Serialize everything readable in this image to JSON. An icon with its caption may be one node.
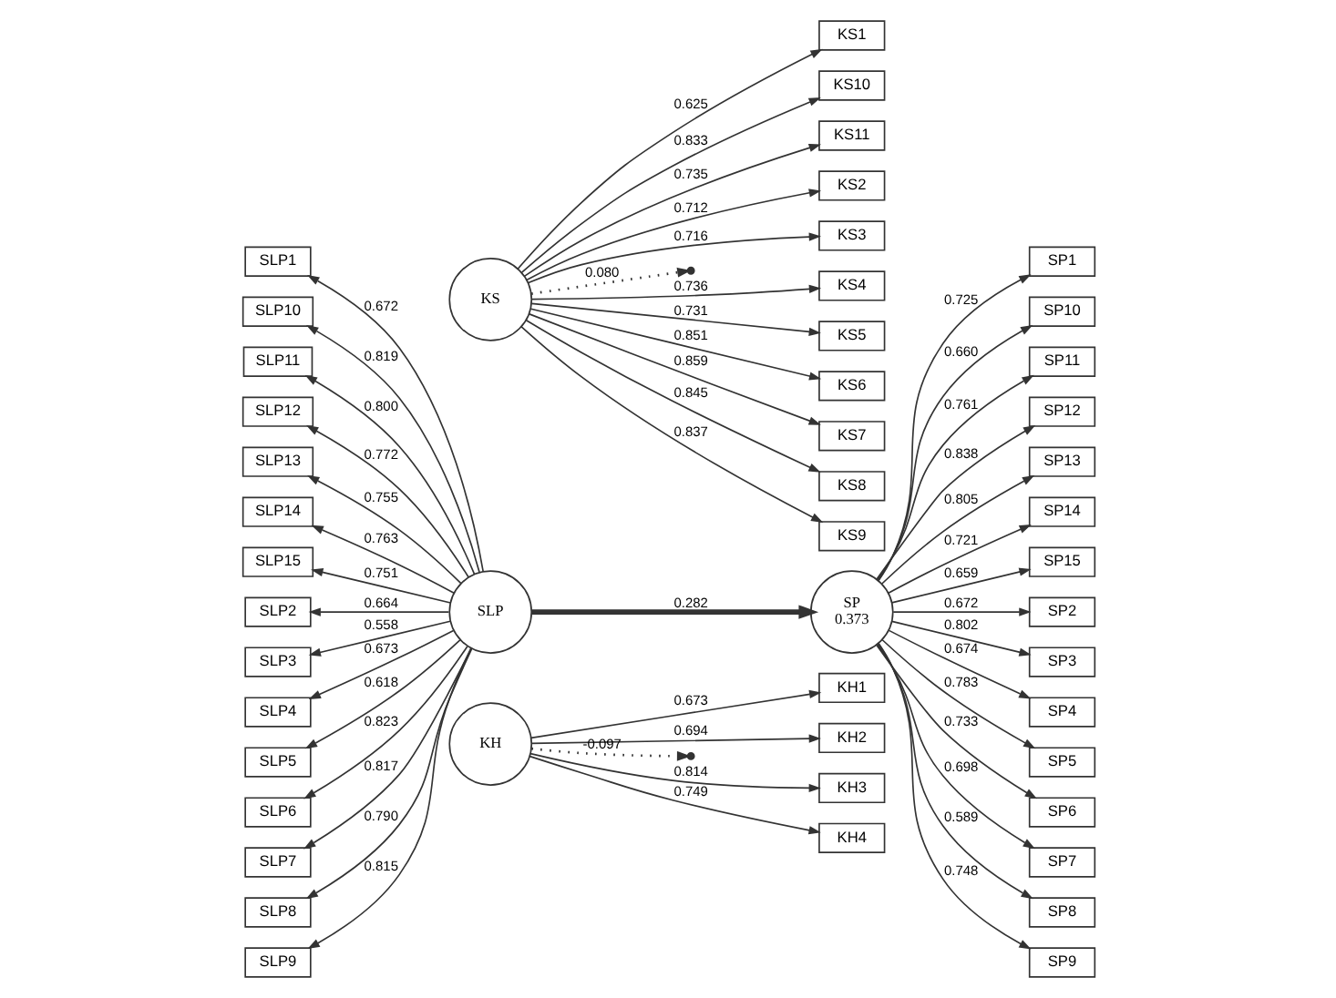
{
  "diagram": {
    "nodes": [
      {
        "text": [
          "KS"
        ]
      },
      {
        "text": [
          "KS1"
        ]
      },
      {
        "text": [
          "KS10"
        ]
      },
      {
        "text": [
          "KS11"
        ]
      },
      {
        "text": [
          "KS2"
        ]
      },
      {
        "text": [
          "KS3"
        ]
      },
      {
        "text": [
          "KS4"
        ]
      },
      {
        "text": [
          "KS5"
        ]
      },
      {
        "text": [
          "KS6"
        ]
      },
      {
        "text": [
          "KS7"
        ]
      },
      {
        "text": [
          "KS8"
        ]
      },
      {
        "text": [
          "KS9"
        ]
      },
      {
        "text": [
          "SLP"
        ]
      },
      {
        "text": [
          "SLP1"
        ]
      },
      {
        "text": [
          "SLP10"
        ]
      },
      {
        "text": [
          "SLP11"
        ]
      },
      {
        "text": [
          "SLP12"
        ]
      },
      {
        "text": [
          "SLP13"
        ]
      },
      {
        "text": [
          "SLP14"
        ]
      },
      {
        "text": [
          "SLP15"
        ]
      },
      {
        "text": [
          "SLP2"
        ]
      },
      {
        "text": [
          "SLP3"
        ]
      },
      {
        "text": [
          "SLP4"
        ]
      },
      {
        "text": [
          "SLP5"
        ]
      },
      {
        "text": [
          "SLP6"
        ]
      },
      {
        "text": [
          "SLP7"
        ]
      },
      {
        "text": [
          "SLP8"
        ]
      },
      {
        "text": [
          "SLP9"
        ]
      },
      {
        "text": [
          "SP",
          "0.373"
        ]
      },
      {
        "text": [
          "SP1"
        ]
      },
      {
        "text": [
          "SP10"
        ]
      },
      {
        "text": [
          "SP11"
        ]
      },
      {
        "text": [
          "SP12"
        ]
      },
      {
        "text": [
          "SP13"
        ]
      },
      {
        "text": [
          "SP14"
        ]
      },
      {
        "text": [
          "SP15"
        ]
      },
      {
        "text": [
          "SP2"
        ]
      },
      {
        "text": [
          "SP3"
        ]
      },
      {
        "text": [
          "SP4"
        ]
      },
      {
        "text": [
          "SP5"
        ]
      },
      {
        "text": [
          "SP6"
        ]
      },
      {
        "text": [
          "SP7"
        ]
      },
      {
        "text": [
          "SP8"
        ]
      },
      {
        "text": [
          "SP9"
        ]
      },
      {
        "text": [
          "KH"
        ]
      },
      {
        "text": [
          "KH1"
        ]
      },
      {
        "text": [
          "KH2"
        ]
      },
      {
        "text": [
          "KH3"
        ]
      },
      {
        "text": [
          "KH4"
        ]
      }
    ],
    "edges": [
      {
        "from": 0,
        "to": 1,
        "arrow": "to",
        "label": "0.625"
      },
      {
        "from": 0,
        "to": 2,
        "arrow": "to",
        "label": "0.833"
      },
      {
        "from": 0,
        "to": 3,
        "arrow": "to",
        "label": "0.735"
      },
      {
        "from": 0,
        "to": 4,
        "arrow": "to",
        "label": "0.712"
      },
      {
        "from": 0,
        "to": 5,
        "arrow": "to",
        "label": "0.716"
      },
      {
        "from": 0,
        "to": 6,
        "arrow": "to",
        "label": "0.736"
      },
      {
        "from": 0,
        "to": 7,
        "arrow": "to",
        "label": "0.731"
      },
      {
        "from": 0,
        "to": 8,
        "arrow": "to",
        "label": "0.851"
      },
      {
        "from": 0,
        "to": 9,
        "arrow": "to",
        "label": "0.859"
      },
      {
        "from": 0,
        "to": 10,
        "arrow": "to",
        "label": "0.845"
      },
      {
        "from": 0,
        "to": 11,
        "arrow": "to",
        "label": "0.837"
      },
      {
        "from": 12,
        "to": 13,
        "arrow": "to",
        "label": "0.672"
      },
      {
        "from": 12,
        "to": 14,
        "arrow": "to",
        "label": "0.819"
      },
      {
        "from": 12,
        "to": 15,
        "arrow": "to",
        "label": "0.800"
      },
      {
        "from": 12,
        "to": 16,
        "arrow": "to",
        "label": "0.772"
      },
      {
        "from": 12,
        "to": 17,
        "arrow": "to",
        "label": "0.755"
      },
      {
        "from": 12,
        "to": 18,
        "arrow": "to",
        "label": "0.763"
      },
      {
        "from": 12,
        "to": 19,
        "arrow": "to",
        "label": "0.751"
      },
      {
        "from": 12,
        "to": 20,
        "arrow": "to",
        "label": "0.664"
      },
      {
        "from": 12,
        "to": 21,
        "arrow": "to",
        "label": "0.558"
      },
      {
        "from": 12,
        "to": 22,
        "arrow": "to",
        "label": "0.673"
      },
      {
        "from": 12,
        "to": 23,
        "arrow": "to",
        "label": "0.618"
      },
      {
        "from": 12,
        "to": 24,
        "arrow": "to",
        "label": "0.823"
      },
      {
        "from": 12,
        "to": 25,
        "arrow": "to",
        "label": "0.817"
      },
      {
        "from": 12,
        "to": 26,
        "arrow": "to",
        "label": "0.790"
      },
      {
        "from": 12,
        "to": 27,
        "arrow": "to",
        "label": "0.815"
      },
      {
        "from": 12,
        "to": 28,
        "arrow": "to",
        "label": "0.282",
        "style": "thick"
      },
      {
        "from": 28,
        "to": 29,
        "arrow": "to",
        "label": "0.725"
      },
      {
        "from": 28,
        "to": 30,
        "arrow": "to",
        "label": "0.660"
      },
      {
        "from": 28,
        "to": 31,
        "arrow": "to",
        "label": "0.761"
      },
      {
        "from": 28,
        "to": 32,
        "arrow": "to",
        "label": "0.838"
      },
      {
        "from": 28,
        "to": 33,
        "arrow": "to",
        "label": "0.805"
      },
      {
        "from": 28,
        "to": 34,
        "arrow": "to",
        "label": "0.721"
      },
      {
        "from": 28,
        "to": 35,
        "arrow": "to",
        "label": "0.659"
      },
      {
        "from": 28,
        "to": 36,
        "arrow": "to",
        "label": "0.672"
      },
      {
        "from": 28,
        "to": 37,
        "arrow": "to",
        "label": "0.802"
      },
      {
        "from": 28,
        "to": 38,
        "arrow": "to",
        "label": "0.674"
      },
      {
        "from": 28,
        "to": 39,
        "arrow": "to",
        "label": "0.783"
      },
      {
        "from": 28,
        "to": 40,
        "arrow": "to",
        "label": "0.733"
      },
      {
        "from": 28,
        "to": 41,
        "arrow": "to",
        "label": "0.698"
      },
      {
        "from": 28,
        "to": 42,
        "arrow": "to",
        "label": "0.589"
      },
      {
        "from": 28,
        "to": 43,
        "arrow": "to",
        "label": "0.748"
      },
      {
        "from": 0,
        "to": null,
        "arrow": "to",
        "label": "0.080",
        "style": "dashed"
      },
      {
        "from": 44,
        "to": null,
        "arrow": "to",
        "label": "-0.097",
        "style": "dashed"
      },
      {
        "from": 44,
        "to": 45,
        "arrow": "to",
        "label": "0.673"
      },
      {
        "from": 44,
        "to": 46,
        "arrow": "to",
        "label": "0.694"
      },
      {
        "from": 44,
        "to": 47,
        "arrow": "to",
        "label": "0.814"
      },
      {
        "from": 44,
        "to": 48,
        "arrow": "to",
        "label": "0.749"
      }
    ]
  }
}
